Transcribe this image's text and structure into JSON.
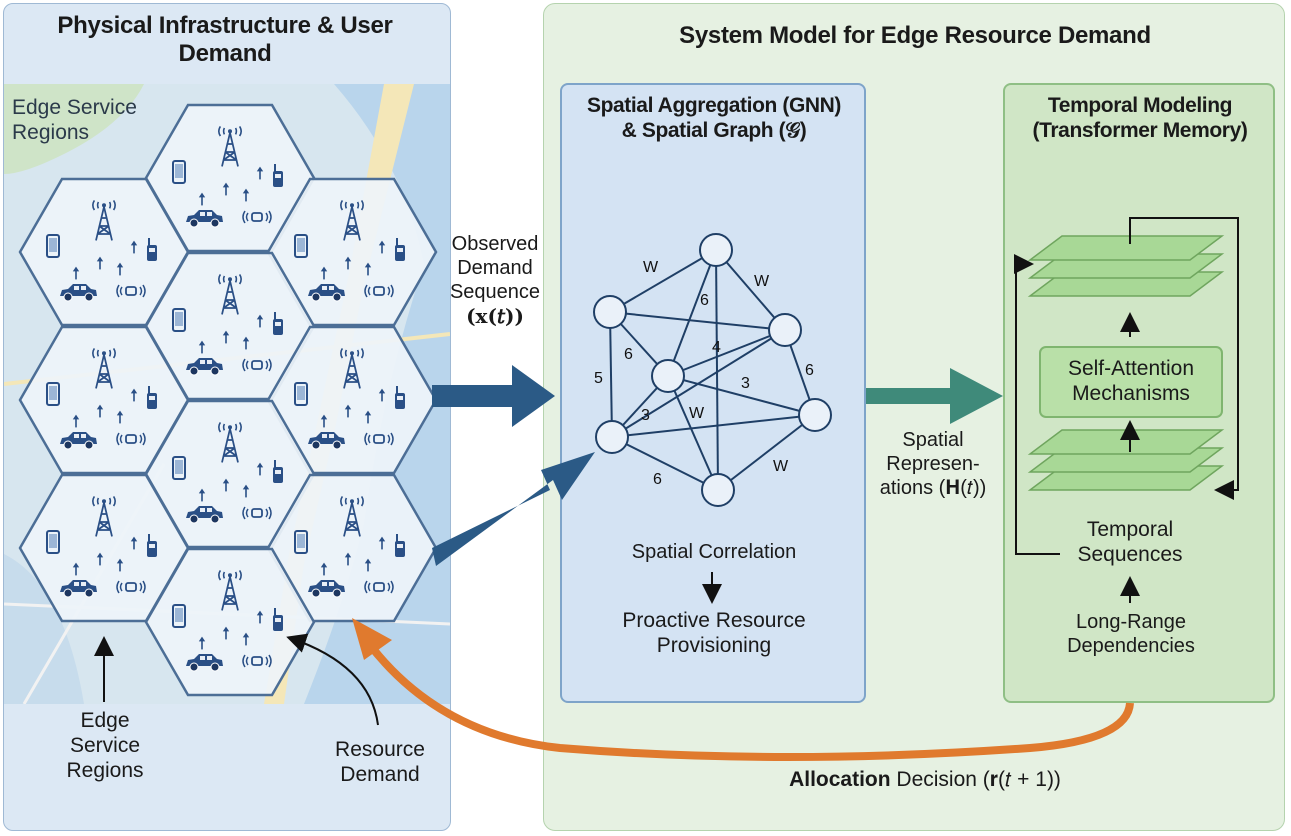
{
  "left_panel": {
    "title": "Physical Infrastructure & User Demand",
    "map_label": "Edge Service Regions",
    "bottom_label_regions": "Edge Service Regions",
    "bottom_label_demand": "Resource Demand"
  },
  "right_panel": {
    "title": "System Model for Edge Resource Demand"
  },
  "observed": {
    "line1": "Observed",
    "line2": "Demand",
    "line3": "Sequence",
    "line4": "(𝐱(𝑡))"
  },
  "spatial": {
    "title_line1": "Spatial Aggregation (GNN)",
    "title_line2": "& Spatial Graph (𝒢)",
    "correlation": "Spatial Correlation",
    "provisioning_line1": "Proactive Resource",
    "provisioning_line2": "Provisioning",
    "edge_weights": [
      "W",
      "W",
      "6",
      "6",
      "4",
      "5",
      "3",
      "6",
      "3",
      "W",
      "W",
      "6"
    ]
  },
  "representations": {
    "line1": "Spatial",
    "line2": "Represen-",
    "line3": "ations (𝐇(𝑡))"
  },
  "temporal": {
    "title_line1": "Temporal Modeling",
    "title_line2": "(Transformer Memory)",
    "attention_line1": "Self-Attention",
    "attention_line2": "Mechanisms",
    "sequences_line1": "Temporal",
    "sequences_line2": "Sequences",
    "dependencies_line1": "Long-Range",
    "dependencies_line2": "Dependencies"
  },
  "allocation": {
    "bold": "Allocation",
    "rest": "Decision (𝐫(𝑡 + 1))"
  },
  "colors": {
    "hex_fill": "#eef4fa",
    "hex_stroke": "#4c6e96",
    "icon": "#2a4f86",
    "arrow_blue": "#2b5a86",
    "arrow_teal": "#3f8a7a",
    "arrow_orange": "#e07a2e",
    "layer_green": "#a8d896"
  }
}
